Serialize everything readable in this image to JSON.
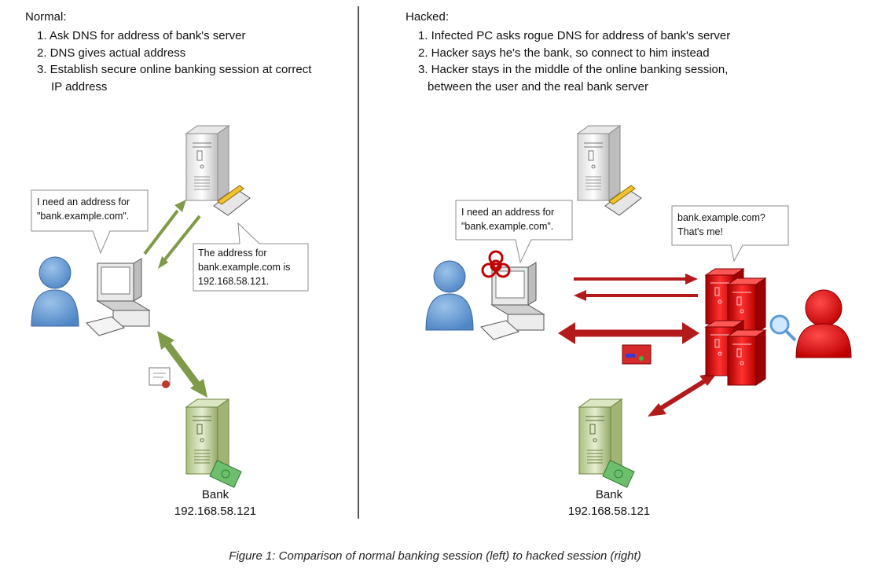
{
  "normal": {
    "title": "Normal:",
    "steps": [
      "1. Ask DNS for address of bank's server",
      "2. DNS gives actual address",
      "3. Establish secure online banking session at correct",
      "IP address"
    ],
    "user_bubble": [
      "I need an address for",
      "\"bank.example.com\"."
    ],
    "dns_bubble": [
      "The address for",
      "bank.example.com is",
      "192.168.58.121."
    ],
    "bank_label": "Bank",
    "bank_ip": "192.168.58.121"
  },
  "hacked": {
    "title": "Hacked:",
    "steps": [
      "1. Infected PC asks rogue DNS for address of bank's server",
      "2. Hacker says he's the bank, so connect to him instead",
      "3. Hacker stays in the middle of the online banking session,",
      "between the user and the real bank server"
    ],
    "user_bubble": [
      "I need an address for",
      "\"bank.example.com\"."
    ],
    "hacker_bubble": [
      "bank.example.com?",
      "That's me!"
    ],
    "bank_label": "Bank",
    "bank_ip": "192.168.58.121"
  },
  "caption": "Figure 1: Comparison of normal banking session (left) to hacked session (right)",
  "colors": {
    "user_blue": "#5b9bd5",
    "normal_arrow": "#7f9a48",
    "hacked_arrow": "#b31b1b",
    "hacker_red": "#d40000",
    "bank_green": "#c9d8a8",
    "server_white": "#f2f2f2"
  },
  "icons": [
    "user-icon",
    "computer-icon",
    "dns-server-icon",
    "bank-server-icon",
    "certificate-icon",
    "biohazard-icon",
    "hacker-icon",
    "rogue-server-icon",
    "magnifier-icon",
    "stolen-data-icon"
  ]
}
